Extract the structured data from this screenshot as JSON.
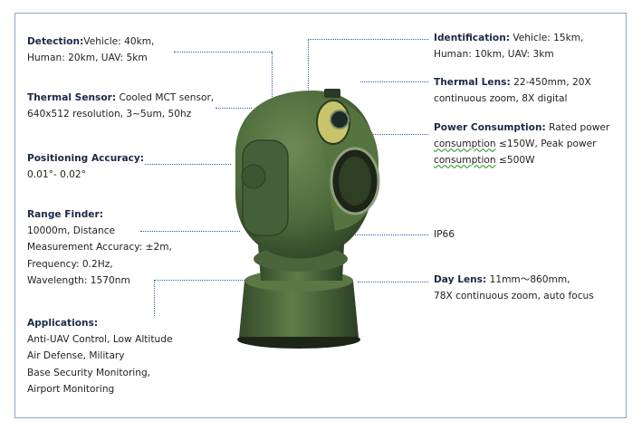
{
  "specs": {
    "detection": {
      "label": "Detection:",
      "line1": "Vehicle: 40km,",
      "line2": "Human: 20km, UAV: 5km"
    },
    "thermal_sensor": {
      "label": "Thermal Sensor:",
      "line1": "Cooled MCT sensor,",
      "line2": "640x512 resolution, 3~5um, 50hz"
    },
    "positioning": {
      "label": "Positioning Accuracy:",
      "line1": "0.01°- 0.02°"
    },
    "range_finder": {
      "label": "Range Finder:",
      "line1": "10000m, Distance",
      "line2": "Measurement Accuracy: ±2m,",
      "line3": "Frequency: 0.2Hz,",
      "line4": "Wavelength: 1570nm"
    },
    "applications": {
      "label": "Applications:",
      "line1": "Anti-UAV Control, Low Altitude",
      "line2": "Air Defense, Military",
      "line3": "Base Security Monitoring,",
      "line4": "Airport Monitoring"
    },
    "identification": {
      "label": "Identification:",
      "line1": "Vehicle: 15km,",
      "line2": "Human: 10km, UAV: 3km"
    },
    "thermal_lens": {
      "label": "Thermal Lens:",
      "line1": "22-450mm, 20X",
      "line2": "continuous zoom, 8X digital"
    },
    "power": {
      "label": "Power Consumption:",
      "line1": "Rated power",
      "line2a": "consumption",
      "line2b": " ≤150W, Peak power",
      "line3a": "consumption",
      "line3b": " ≤500W"
    },
    "ip": {
      "text": "IP66"
    },
    "day_lens": {
      "label": "Day Lens:",
      "line1": "11mm～860mm,",
      "line2": "78X continuous zoom, auto focus"
    }
  },
  "colors": {
    "body": "#4e6b3c",
    "leader": "#2d5fa8",
    "label": "#1b2a45"
  }
}
